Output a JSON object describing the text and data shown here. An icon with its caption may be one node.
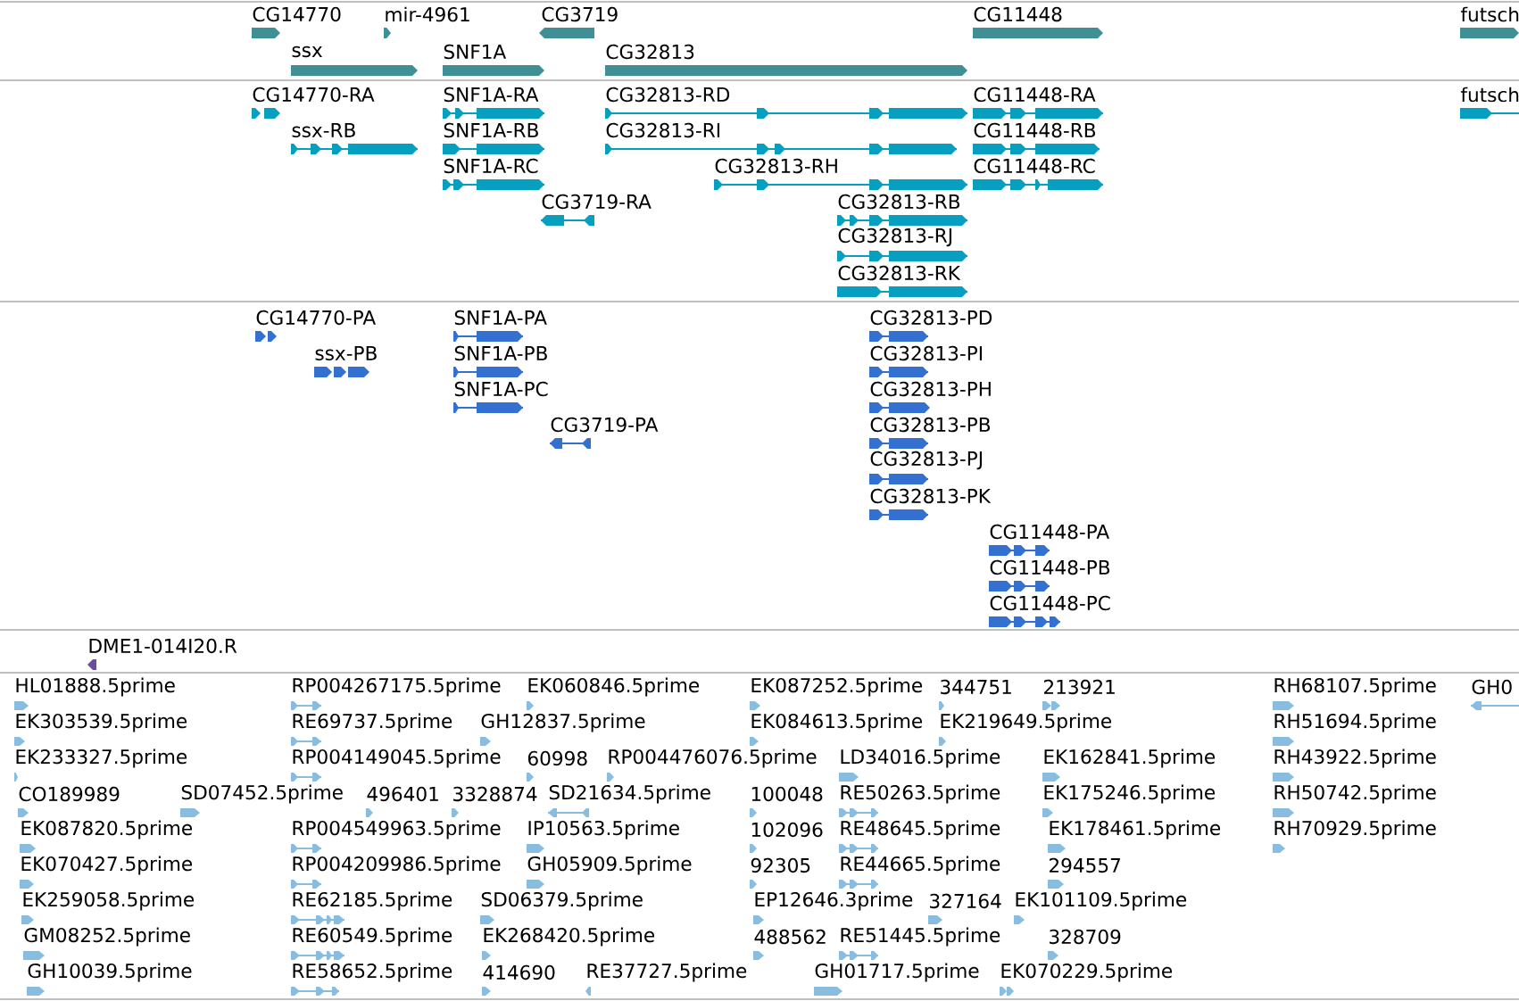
{
  "diagram": {
    "labels": [
      "CG14770",
      "mir-4961",
      "CG3719",
      "CG11448",
      "futsch",
      "ssx",
      "SNF1A",
      "CG32813",
      "CG14770-RA",
      "SNF1A-RA",
      "CG32813-RD",
      "CG11448-RA",
      "futsch",
      "ssx-RB",
      "SNF1A-RB",
      "CG32813-RI",
      "CG11448-RB",
      "SNF1A-RC",
      "CG32813-RH",
      "CG11448-RC",
      "CG3719-RA",
      "CG32813-RB",
      "CG32813-RJ",
      "CG32813-RK",
      "CG14770-PA",
      "SNF1A-PA",
      "CG32813-PD",
      "ssx-PB",
      "SNF1A-PB",
      "CG32813-PI",
      "SNF1A-PC",
      "CG32813-PH",
      "CG3719-PA",
      "CG32813-PB",
      "CG32813-PJ",
      "CG32813-PK",
      "CG11448-PA",
      "CG11448-PB",
      "CG11448-PC",
      "DME1-014I20.R",
      "HL01888.5prime",
      "RP004267175.5prime",
      "EK060846.5prime",
      "EK087252.5prime",
      "344751",
      "213921",
      "RH68107.5prime",
      "GH0",
      "EK303539.5prime",
      "RE69737.5prime",
      "GH12837.5prime",
      "EK084613.5prime",
      "EK219649.5prime",
      "RH51694.5prime",
      "EK233327.5prime",
      "RP004149045.5prime",
      "60998",
      "RP004476076.5prime",
      "LD34016.5prime",
      "EK162841.5prime",
      "RH43922.5prime",
      "CO189989",
      "SD07452.5prime",
      "496401",
      "3328874",
      "SD21634.5prime",
      "100048",
      "RE50263.5prime",
      "EK175246.5prime",
      "RH50742.5prime",
      "EK087820.5prime",
      "RP004549963.5prime",
      "IP10563.5prime",
      "102096",
      "RE48645.5prime",
      "EK178461.5prime",
      "RH70929.5prime",
      "EK070427.5prime",
      "RP004209986.5prime",
      "GH05909.5prime",
      "92305",
      "RE44665.5prime",
      "294557",
      "EK259058.5prime",
      "RE62185.5prime",
      "SD06379.5prime",
      "EP12646.3prime",
      "327164",
      "EK101109.5prime",
      "GM08252.5prime",
      "RE60549.5prime",
      "EK268420.5prime",
      "488562",
      "RE51445.5prime",
      "328709",
      "GH10039.5prime",
      "RE58652.5prime",
      "414690",
      "RE37727.5prime",
      "GH01717.5prime",
      "EK070229.5prime"
    ]
  }
}
